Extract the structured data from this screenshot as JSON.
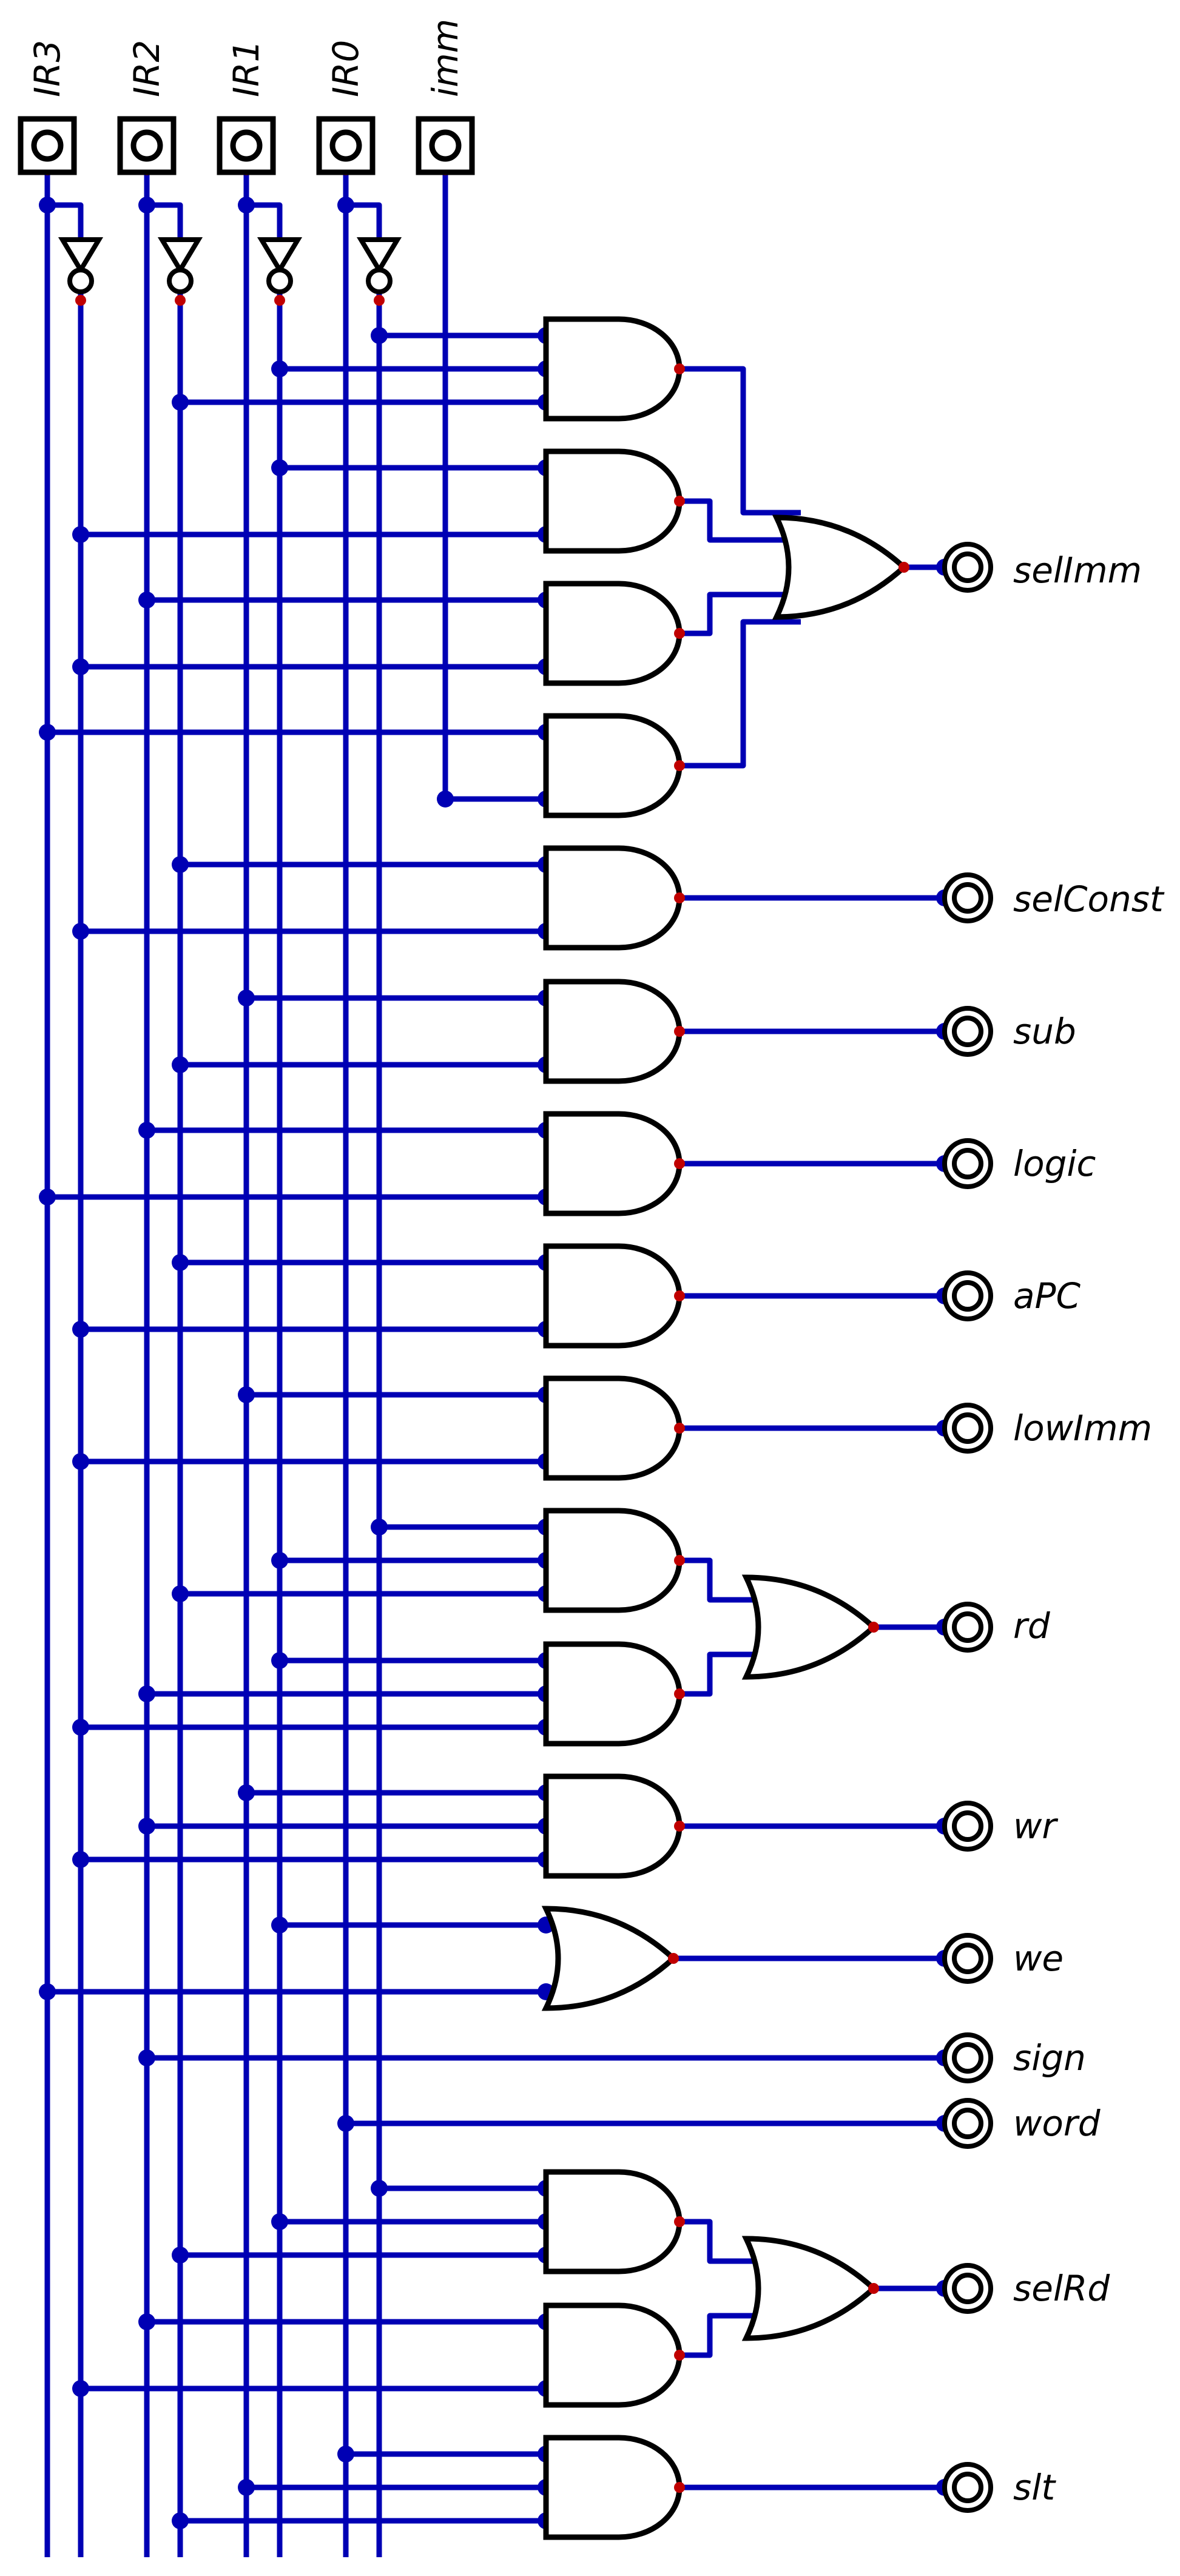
{
  "colors": {
    "wire": "#0000b4",
    "pin": "#c00000",
    "outline": "#000000"
  },
  "inputs": [
    {
      "label": "IR3"
    },
    {
      "label": "IR2"
    },
    {
      "label": "IR1"
    },
    {
      "label": "IR0"
    },
    {
      "label": "imm"
    }
  ],
  "outputs": [
    {
      "label": "selImm"
    },
    {
      "label": "selConst"
    },
    {
      "label": "sub"
    },
    {
      "label": "logic"
    },
    {
      "label": "aPC"
    },
    {
      "label": "lowImm"
    },
    {
      "label": "rd"
    },
    {
      "label": "wr"
    },
    {
      "label": "we"
    },
    {
      "label": "sign"
    },
    {
      "label": "word"
    },
    {
      "label": "selRd"
    },
    {
      "label": "slt"
    }
  ]
}
